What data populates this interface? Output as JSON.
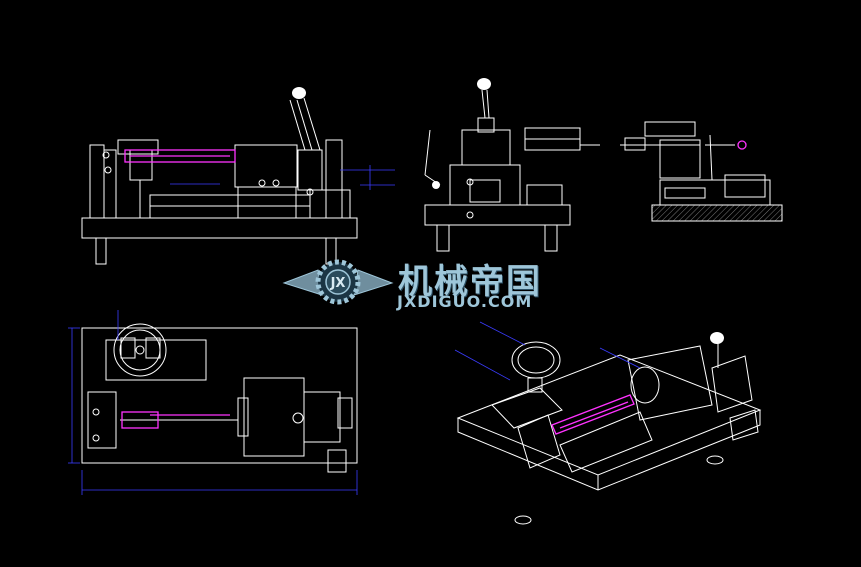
{
  "watermark": {
    "logo_text": "JX",
    "name_cn": "机械帝国",
    "site": "JXDIGUO.COM"
  },
  "colors": {
    "background": "#000000",
    "line": "#ffffff",
    "dimension": "#3a3cff",
    "highlight": "#ff33ff",
    "section_fill": "#888888",
    "watermark": "#9ec6d9"
  }
}
